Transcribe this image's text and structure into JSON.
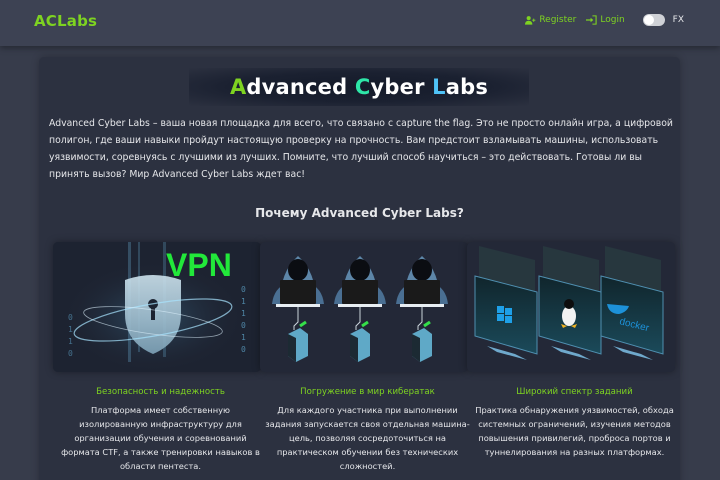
{
  "header": {
    "brand": "ACLabs",
    "register_label": "Register",
    "login_label": "Login",
    "fx_label": "FX",
    "fx_toggle_on": false,
    "accent_color": "#7ed321"
  },
  "hero": {
    "title_parts": [
      "A",
      "dvanced ",
      "C",
      "yber ",
      "L",
      "abs"
    ],
    "title": "Advanced Cyber Labs",
    "intro": "Advanced Cyber Labs – ваша новая площадка для всего, что связано с capture the flag. Это не просто онлайн игра, а цифровой полигон, где ваши навыки пройдут настоящую проверку на прочность. Вам предстоит взламывать машины, использовать уязвимости, соревнуясь с лучшими из лучших. Помните, что лучший способ научиться – это действовать. Готовы ли вы принять вызов? Мир Advanced Cyber Labs ждет вас!"
  },
  "why": {
    "title": "Почему Advanced Cyber Labs?",
    "features": [
      {
        "image": "vpn-shield-illustration",
        "image_text": "VPN",
        "title": "Безопасность и надежность",
        "description": "Платформа имеет собственную изолированную инфраструктуру для организации обучения и соревнований формата CTF, а также тренировки навыков в области пентеста."
      },
      {
        "image": "hackers-servers-illustration",
        "title": "Погружение в мир кибератак",
        "description": "Для каждого участника при выполнении задания запускается своя отдельная машина-цель, позволяя сосредоточиться на практическом обучении без технических сложностей."
      },
      {
        "image": "os-monitors-illustration",
        "image_text": "docker",
        "title": "Широкий спектр заданий",
        "description": "Практика обнаружения уязвимостей, обхода системных ограничений, изучения методов повышения привилегий, проброса портов и туннелирования на разных платформах."
      }
    ]
  }
}
